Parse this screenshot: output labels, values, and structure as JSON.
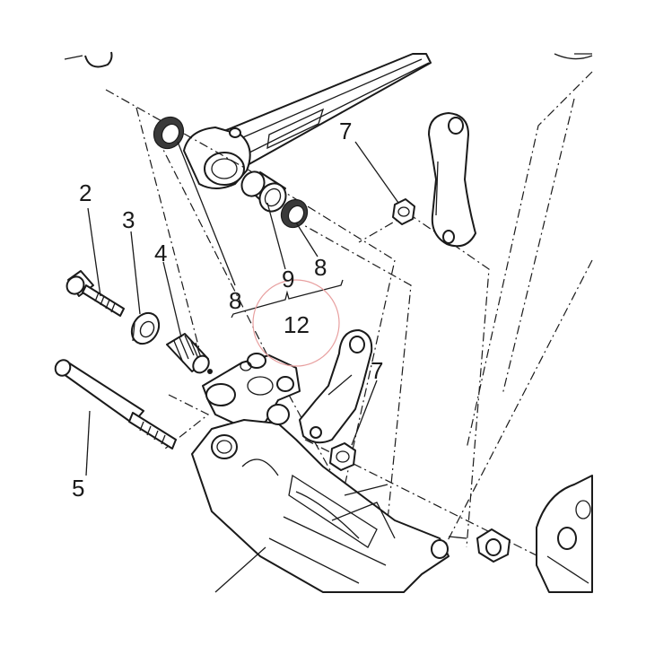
{
  "callouts": {
    "c2": "2",
    "c3": "3",
    "c4": "4",
    "c5": "5",
    "c7a": "7",
    "c7b": "7",
    "c8a": "8",
    "c8b": "8",
    "c9": "9",
    "c12": "12"
  },
  "highlight": {
    "color": "#e8a0a0"
  }
}
